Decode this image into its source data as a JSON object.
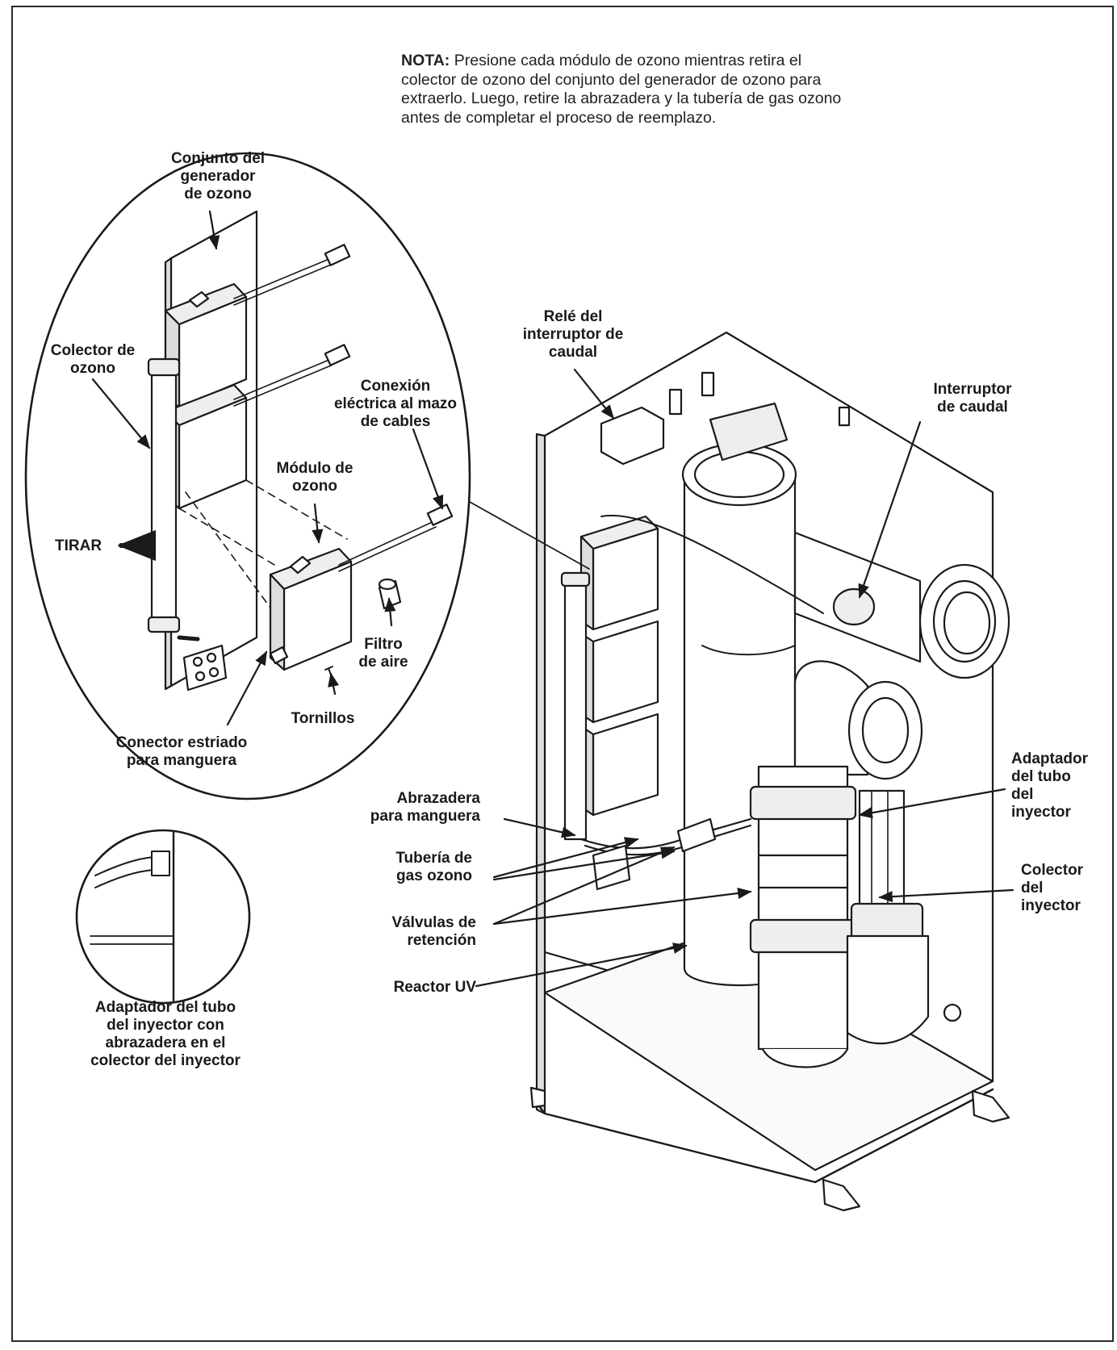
{
  "note": {
    "prefix": "NOTA:",
    "text": "Presione cada módulo de ozono mientras retira el colector de ozono del conjunto del generador de ozono para extraerlo. Luego, retire la abrazadera y la tubería de gas ozono antes de completar el proceso de reemplazo."
  },
  "labels": {
    "ozone_generator_assembly": "Conjunto del\ngenerador\nde ozono",
    "ozone_manifold": "Colector de\nozono",
    "pull": "TIRAR",
    "harness_connection": "Conexión\neléctrica al mazo\nde cables",
    "ozone_module": "Módulo de\nozono",
    "air_filter": "Filtro\nde aire",
    "screws": "Tornillos",
    "barbed_connector": "Conector estriado\npara manguera",
    "flow_switch_relay": "Relé del\ninterruptor de\ncaudal",
    "flow_switch": "Interruptor\nde caudal",
    "hose_clamp": "Abrazadera\npara manguera",
    "ozone_gas_tubing": "Tubería de\ngas ozono",
    "check_valves": "Válvulas de\nretención",
    "uv_reactor": "Reactor UV",
    "injector_tube_adapter": "Adaptador\ndel tubo\ndel\ninyector",
    "injector_manifold": "Colector\ndel\ninyector",
    "detail_caption": "Adaptador del tubo\ndel inyector con\nabrazadera en el\ncolector del inyector"
  }
}
